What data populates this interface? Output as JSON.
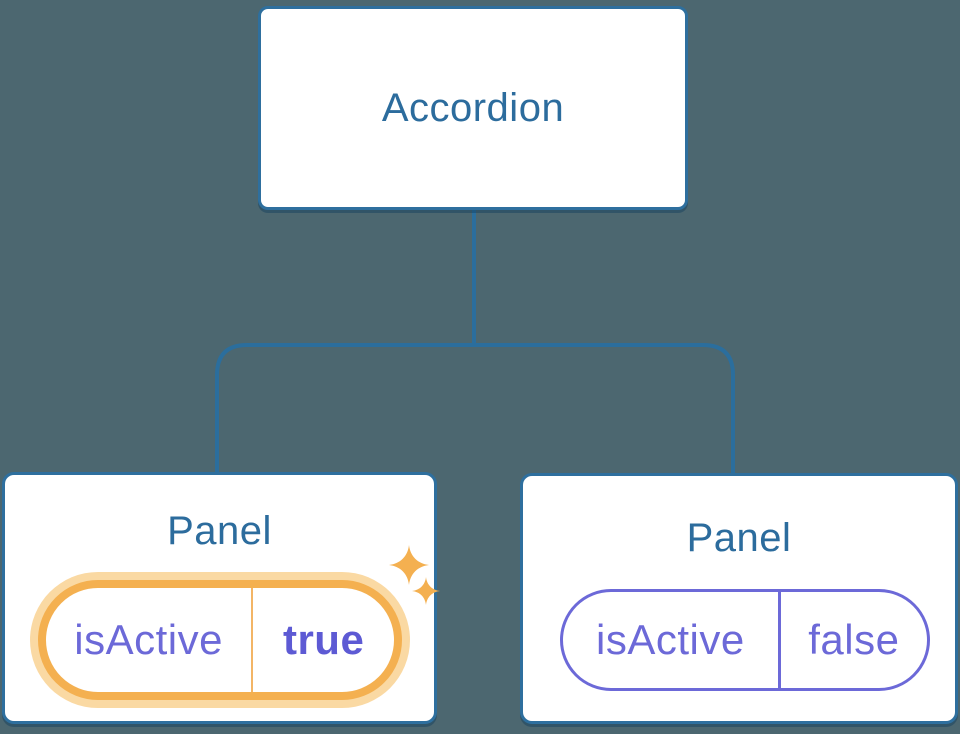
{
  "diagram": {
    "description": "Component tree: Accordion parent with two Panel children holding isActive state",
    "root": {
      "label": "Accordion"
    },
    "panels": [
      {
        "label": "Panel",
        "state_name": "isActive",
        "state_value": "true",
        "active": true,
        "icon": "sparkles-icon"
      },
      {
        "label": "Panel",
        "state_name": "isActive",
        "state_value": "false",
        "active": false
      }
    ]
  },
  "colors": {
    "background": "#4C6770",
    "connector": "#2B6E9D",
    "node_border": "#2E6F9E",
    "heading": "#2C6C9D",
    "state_text": "#6C69D8",
    "state_value_active": "#5D5AD4",
    "highlight": "#F4B050",
    "highlight_glow": "#FAD9A3",
    "node_fill": "#FFFFFF"
  }
}
